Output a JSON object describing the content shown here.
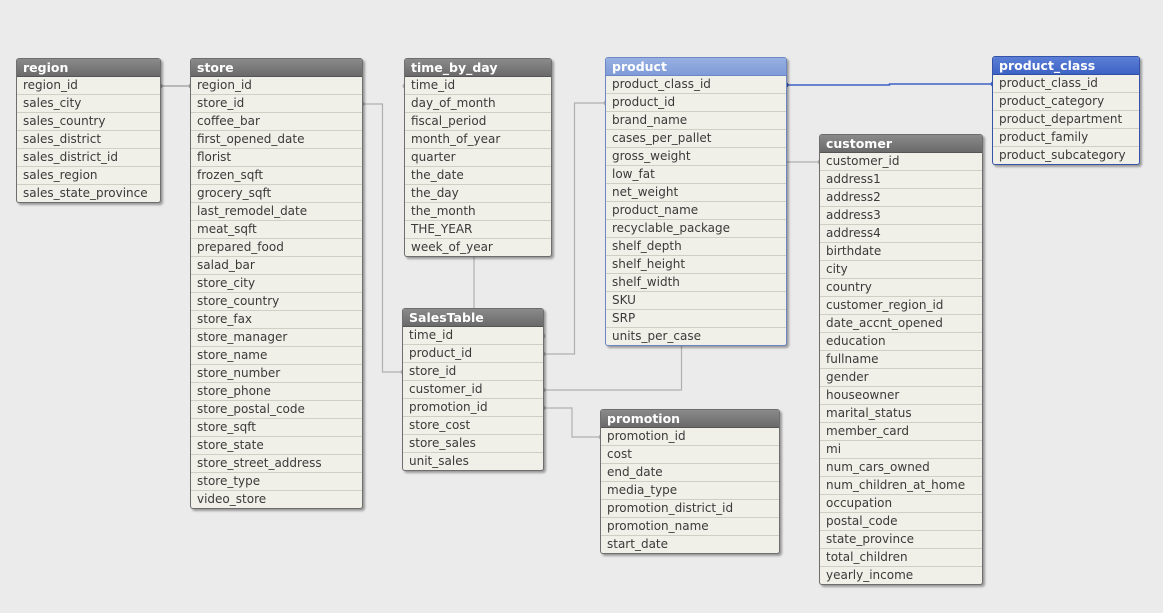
{
  "tables": [
    {
      "id": "region",
      "title": "region",
      "theme": "gray",
      "fields": [
        "region_id",
        "sales_city",
        "sales_country",
        "sales_district",
        "sales_district_id",
        "sales_region",
        "sales_state_province"
      ]
    },
    {
      "id": "store",
      "title": "store",
      "theme": "gray",
      "fields": [
        "region_id",
        "store_id",
        "coffee_bar",
        "first_opened_date",
        "florist",
        "frozen_sqft",
        "grocery_sqft",
        "last_remodel_date",
        "meat_sqft",
        "prepared_food",
        "salad_bar",
        "store_city",
        "store_country",
        "store_fax",
        "store_manager",
        "store_name",
        "store_number",
        "store_phone",
        "store_postal_code",
        "store_sqft",
        "store_state",
        "store_street_address",
        "store_type",
        "video_store"
      ]
    },
    {
      "id": "time_by_day",
      "title": "time_by_day",
      "theme": "gray",
      "fields": [
        "time_id",
        "day_of_month",
        "fiscal_period",
        "month_of_year",
        "quarter",
        "the_date",
        "the_day",
        "the_month",
        "THE_YEAR",
        "week_of_year"
      ]
    },
    {
      "id": "product",
      "title": "product",
      "theme": "blue-light",
      "fields": [
        "product_class_id",
        "product_id",
        "brand_name",
        "cases_per_pallet",
        "gross_weight",
        "low_fat",
        "net_weight",
        "product_name",
        "recyclable_package",
        "shelf_depth",
        "shelf_height",
        "shelf_width",
        "SKU",
        "SRP",
        "units_per_case"
      ]
    },
    {
      "id": "product_class",
      "title": "product_class",
      "theme": "blue-dark",
      "fields": [
        "product_class_id",
        "product_category",
        "product_department",
        "product_family",
        "product_subcategory"
      ]
    },
    {
      "id": "customer",
      "title": "customer",
      "theme": "gray",
      "fields": [
        "customer_id",
        "address1",
        "address2",
        "address3",
        "address4",
        "birthdate",
        "city",
        "country",
        "customer_region_id",
        "date_accnt_opened",
        "education",
        "fullname",
        "gender",
        "houseowner",
        "marital_status",
        "member_card",
        "mi",
        "num_cars_owned",
        "num_children_at_home",
        "occupation",
        "postal_code",
        "state_province",
        "total_children",
        "yearly_income"
      ]
    },
    {
      "id": "salestable",
      "title": "SalesTable",
      "theme": "gray",
      "fields": [
        "time_id",
        "product_id",
        "store_id",
        "customer_id",
        "promotion_id",
        "store_cost",
        "store_sales",
        "unit_sales"
      ]
    },
    {
      "id": "promotion",
      "title": "promotion",
      "theme": "gray",
      "fields": [
        "promotion_id",
        "cost",
        "end_date",
        "media_type",
        "promotion_district_id",
        "promotion_name",
        "start_date"
      ]
    }
  ],
  "links": [
    {
      "from": "region.region_id",
      "to": "store.region_id",
      "color": "#9a9a9a"
    },
    {
      "from": "store.store_id",
      "to": "salestable.store_id",
      "color": "#b0b0b0"
    },
    {
      "from": "time_by_day.time_id",
      "to": "salestable.time_id",
      "color": "#b0b0b0"
    },
    {
      "from": "product.product_id",
      "to": "salestable.product_id",
      "color": "#b0b0b0"
    },
    {
      "from": "customer.customer_id",
      "to": "salestable.customer_id",
      "color": "#b0b0b0"
    },
    {
      "from": "promotion.promotion_id",
      "to": "salestable.promotion_id",
      "color": "#b0b0b0"
    },
    {
      "from": "product.product_class_id",
      "to": "product_class.product_class_id",
      "color": "#3e63c4"
    }
  ]
}
